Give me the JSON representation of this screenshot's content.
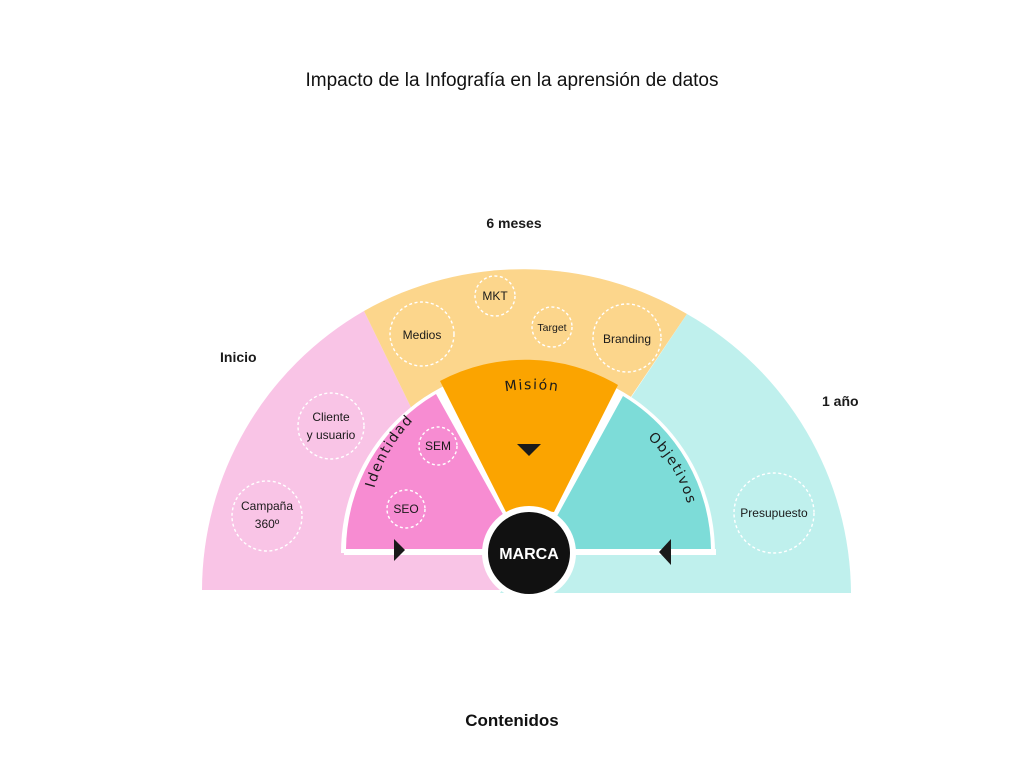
{
  "title": "Impacto de la Infografía en la aprensión de datos",
  "footer": "Contenidos",
  "stages": {
    "start": "Inicio",
    "middle": "6 meses",
    "end": "1 año"
  },
  "outer_ring": {
    "left": {
      "color": "#f9c4e6",
      "items": [
        {
          "lines": [
            "Cliente",
            "y usuario"
          ]
        },
        {
          "lines": [
            "Campaña",
            "360º"
          ]
        }
      ]
    },
    "top": {
      "color": "#fcd68c",
      "items": [
        {
          "lines": [
            "Medios"
          ]
        },
        {
          "lines": [
            "MKT"
          ]
        },
        {
          "lines": [
            "Target"
          ]
        },
        {
          "lines": [
            "Branding"
          ]
        }
      ]
    },
    "right": {
      "color": "#bff0ed",
      "items": [
        {
          "lines": [
            "Presupuesto"
          ]
        }
      ]
    }
  },
  "inner_ring": {
    "left": {
      "label": "Identidad",
      "color": "#f78cd2",
      "items": [
        {
          "lines": [
            "SEM"
          ]
        },
        {
          "lines": [
            "SEO"
          ]
        }
      ]
    },
    "center": {
      "label": "Misión",
      "color": "#fba400"
    },
    "right": {
      "label": "Objetivos",
      "color": "#7ddcd8"
    }
  },
  "core": {
    "label": "MARCA",
    "color": "#111111"
  },
  "icons": {
    "down_triangle": "triangle-down-icon",
    "right_triangle": "triangle-right-icon",
    "left_triangle": "triangle-left-icon"
  }
}
